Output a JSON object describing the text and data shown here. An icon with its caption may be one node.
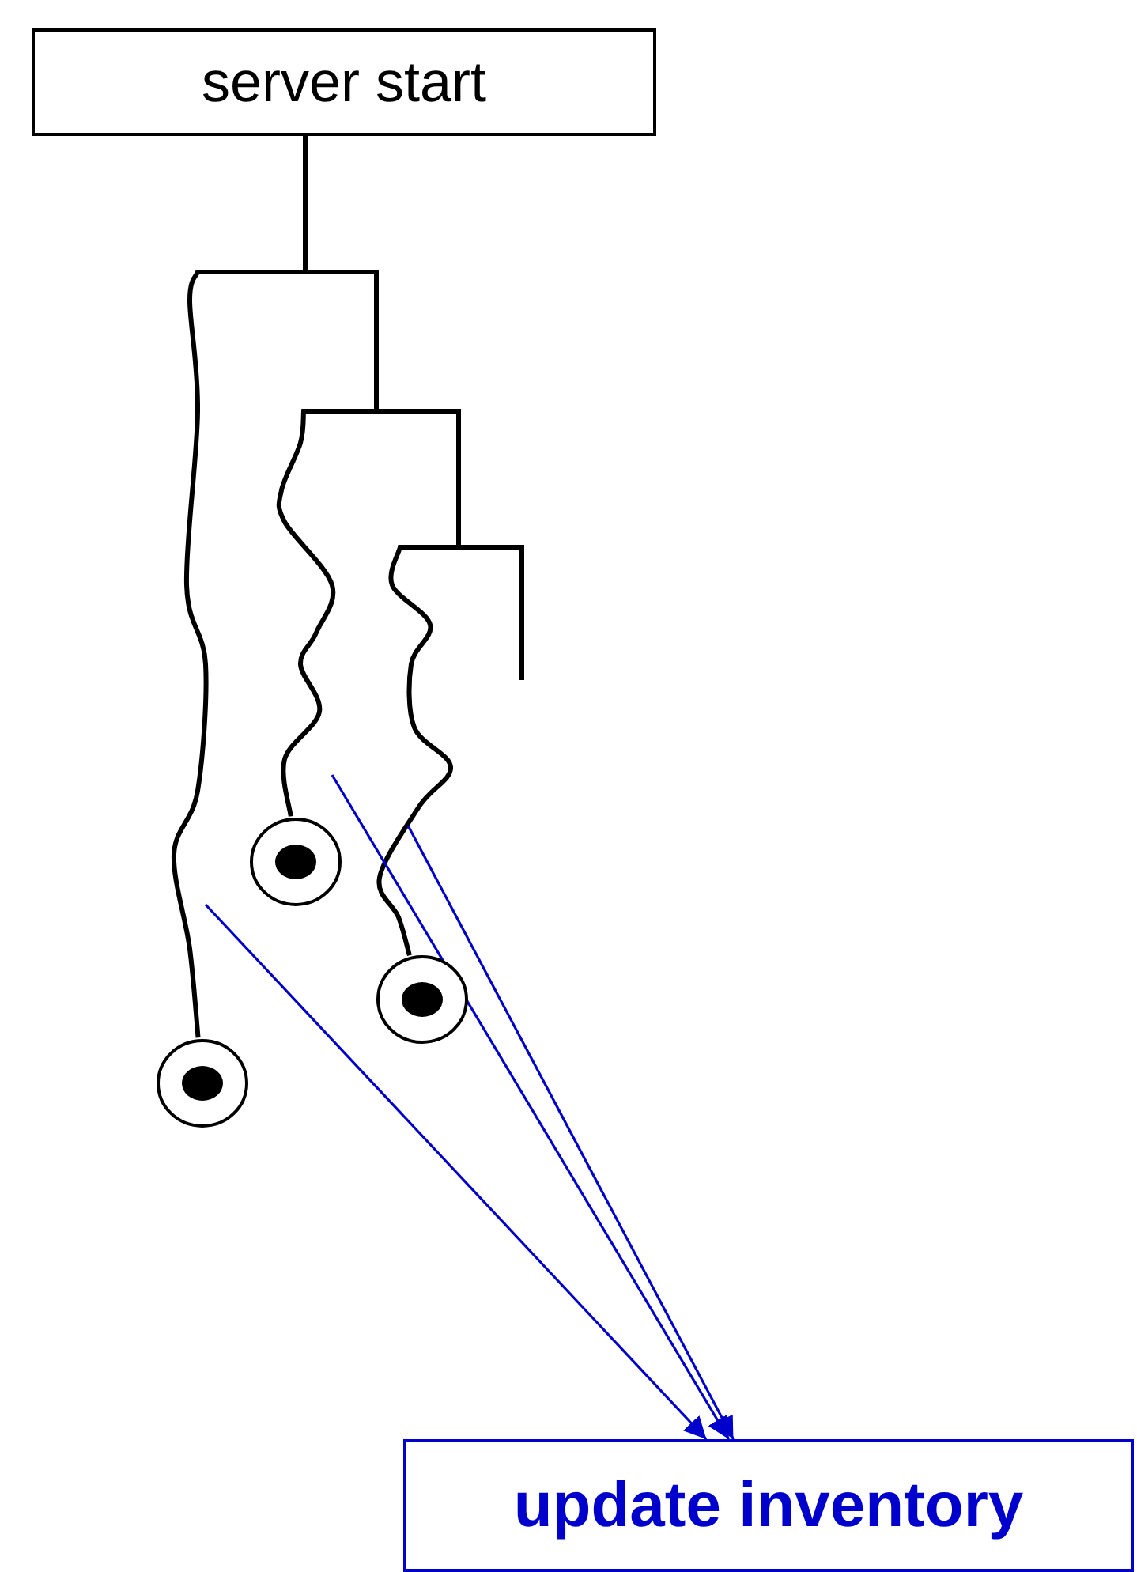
{
  "diagram": {
    "nodes": [
      {
        "text": [
          "server start"
        ]
      },
      {
        "text": [],
        "shape": "circle"
      },
      {
        "text": [],
        "shape": "circle"
      },
      {
        "text": [],
        "shape": "circle"
      },
      {
        "text": [
          "update inventory"
        ]
      }
    ],
    "edges": [
      {
        "from": 0,
        "to": 1,
        "arrow": "none"
      },
      {
        "from": 0,
        "to": 2,
        "arrow": "none"
      },
      {
        "from": 0,
        "to": 3,
        "arrow": "none"
      },
      {
        "from": 0,
        "to": null,
        "arrow": "none"
      },
      {
        "from": null,
        "to": 4,
        "arrow": "to",
        "color": "#0000cc"
      },
      {
        "from": null,
        "to": 4,
        "arrow": "to",
        "color": "#0000cc"
      },
      {
        "from": null,
        "to": 4,
        "arrow": "to",
        "color": "#0000cc"
      }
    ]
  }
}
